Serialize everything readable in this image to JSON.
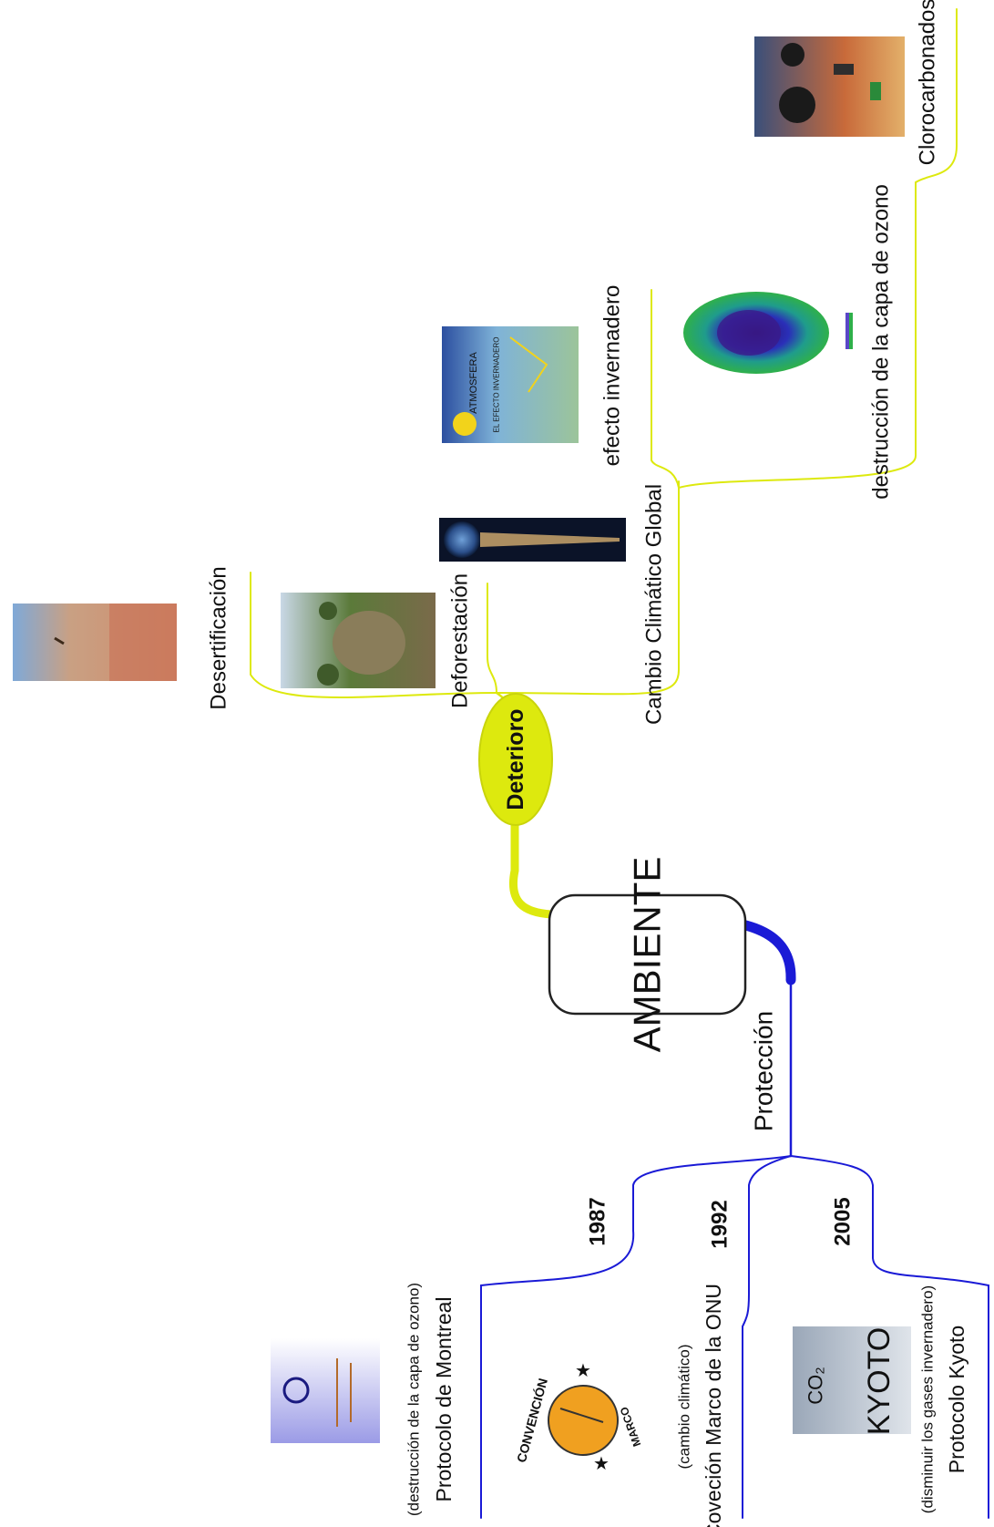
{
  "center": {
    "label": "AMBIENTE"
  },
  "deterioro": {
    "label": "Deterioro",
    "color": "#dde90e",
    "items": {
      "desertificacion": {
        "label": "Desertificación"
      },
      "deforestacion": {
        "label": "Deforestación"
      },
      "cambio": {
        "label": "Cambio Climático Global"
      },
      "efecto": {
        "label": "efecto invernadero"
      },
      "ozono": {
        "label": "destrucción de la capa de ozono"
      },
      "cloro": {
        "label": "Clorocarbonados"
      }
    },
    "image_texts": {
      "atmosfera": "ATMOSFERA",
      "efecto": "EL EFECTO INVERNADERO"
    }
  },
  "proteccion": {
    "label": "Protección",
    "color": "#1a1ad6",
    "years": {
      "y1987": "1987",
      "y1992": "1992",
      "y2005": "2005"
    },
    "montreal": {
      "note": "(destrucción de la capa de ozono)",
      "label": "Protocolo de Montreal"
    },
    "onu": {
      "note": "(cambio climático)",
      "label": "Coveción Marco de la ONU",
      "logo_top": "CONVENCIÓN",
      "logo_bottom": "MARCO"
    },
    "kyoto": {
      "note": "(disminuir los gases invernadero)",
      "label": "Protocolo Kyoto",
      "image_co2": "CO₂",
      "image_word": "KYOTO"
    }
  }
}
